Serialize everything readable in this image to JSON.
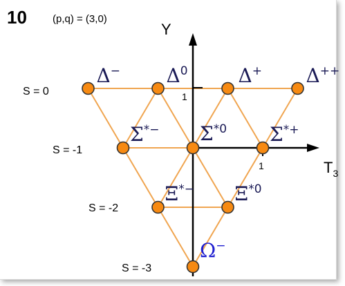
{
  "figure": {
    "number": "10",
    "pq_label": "(p,q) = (3,0)"
  },
  "axes": {
    "y_label": "Y",
    "x_label_main": "T",
    "x_label_sub": "3",
    "y_tick": "1",
    "x_tick": "1"
  },
  "rows": [
    {
      "label": "S = 0"
    },
    {
      "label": "S = -1"
    },
    {
      "label": "S = -2"
    },
    {
      "label": "S = -3"
    }
  ],
  "particles": [
    {
      "id": "delta-minus",
      "symbol": "Δ",
      "sup": "−",
      "t3": -1.5,
      "y": 1
    },
    {
      "id": "delta-zero",
      "symbol": "Δ",
      "sup": "0",
      "t3": -0.5,
      "y": 1
    },
    {
      "id": "delta-plus",
      "symbol": "Δ",
      "sup": "+",
      "t3": 0.5,
      "y": 1
    },
    {
      "id": "delta-plusplus",
      "symbol": "Δ",
      "sup": "++",
      "t3": 1.5,
      "y": 1
    },
    {
      "id": "sigma-star-minus",
      "symbol": "Σ",
      "sup": "*−",
      "t3": -1,
      "y": 0
    },
    {
      "id": "sigma-star-zero",
      "symbol": "Σ",
      "sup": "*0",
      "t3": 0,
      "y": 0
    },
    {
      "id": "sigma-star-plus",
      "symbol": "Σ",
      "sup": "*+",
      "t3": 1,
      "y": 0
    },
    {
      "id": "xi-star-minus",
      "symbol": "Ξ",
      "sup": "*−",
      "t3": -0.5,
      "y": -1
    },
    {
      "id": "xi-star-zero",
      "symbol": "Ξ",
      "sup": "*0",
      "t3": 0.5,
      "y": -1
    },
    {
      "id": "omega-minus",
      "symbol": "Ω",
      "sup": "−",
      "t3": 0,
      "y": -2
    }
  ],
  "colors": {
    "line": "#f0a550",
    "node_fill": "#f78a12",
    "node_stroke": "#333333",
    "label_dark": "#1a1a55",
    "label_omega": "#1f1fd0",
    "axis": "#000000"
  }
}
